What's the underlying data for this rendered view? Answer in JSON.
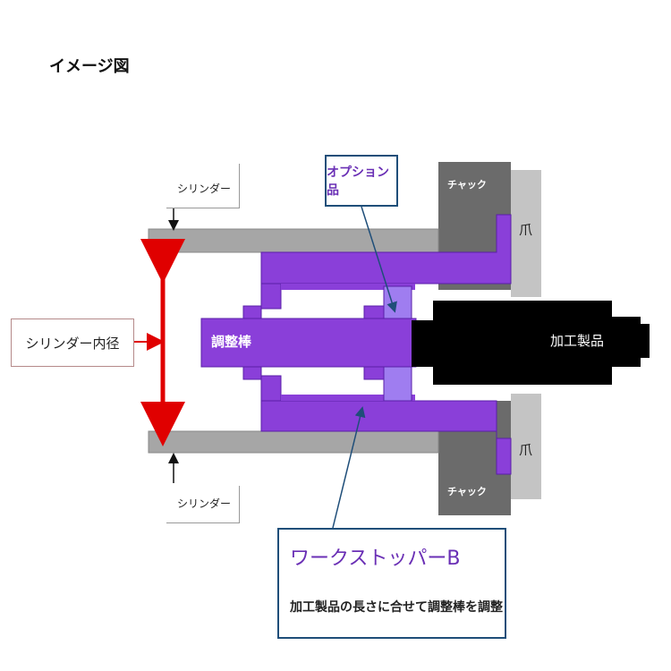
{
  "title": "イメージ図",
  "labels": {
    "cylinder_top": "シリンダー",
    "cylinder_bottom": "シリンダー",
    "cylinder_inner_diameter": "シリンダー内径",
    "option_part": "オプション品",
    "chuck_top": "チャック",
    "chuck_bottom": "チャック",
    "jaw_top": "爪",
    "jaw_bottom": "爪",
    "adjust_rod": "調整棒",
    "workpiece": "加工製品",
    "product_name": "ワークストッパーB",
    "description": "加工製品の長さに合せて調整棒を調整"
  },
  "colors": {
    "cylinder": "#a6a6a6",
    "chuck": "#6b6b6b",
    "jaw": "#c4c4c4",
    "stopper": "#8a3fd9",
    "option": "#9f7df0",
    "workpiece": "#000000",
    "arrow_red": "#e00000",
    "leader_blue": "#1f4e79",
    "accent_purple": "#6a2fb5"
  }
}
